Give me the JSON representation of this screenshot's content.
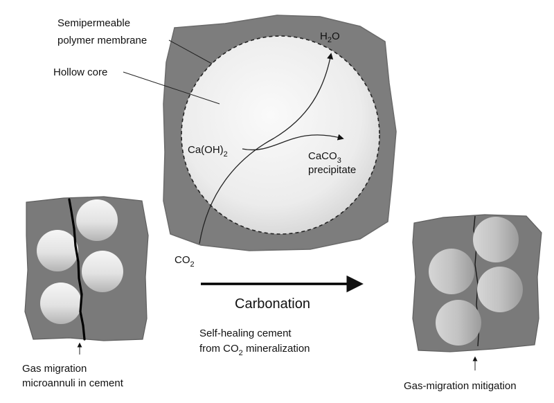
{
  "labels": {
    "membrane_line1": "Semipermeable",
    "membrane_line2": "polymer membrane",
    "hollow_core": "Hollow core",
    "water_main": "H",
    "water_sub": "2",
    "water_end": "O",
    "caoh_main": "Ca(OH)",
    "caoh_sub": "2",
    "caco_main": "CaCO",
    "caco_sub": "3",
    "precipitate": "precipitate",
    "co2_main": "CO",
    "co2_sub": "2",
    "carbonation": "Carbonation",
    "selfheal_line1": "Self-healing cement",
    "selfheal_line2_a": "from CO",
    "selfheal_line2_sub": "2",
    "selfheal_line2_b": " mineralization",
    "left_caption_line1": "Gas migration",
    "left_caption_line2": "microannuli in cement",
    "right_caption": "Gas-migration mitigation"
  },
  "colors": {
    "cement": "#7a7a7a",
    "cement_edge": "#5f5f5f",
    "capsule_light": "#f4f4f4",
    "capsule_dark": "#9a9a9a",
    "crack": "#000000",
    "text": "#111111"
  }
}
